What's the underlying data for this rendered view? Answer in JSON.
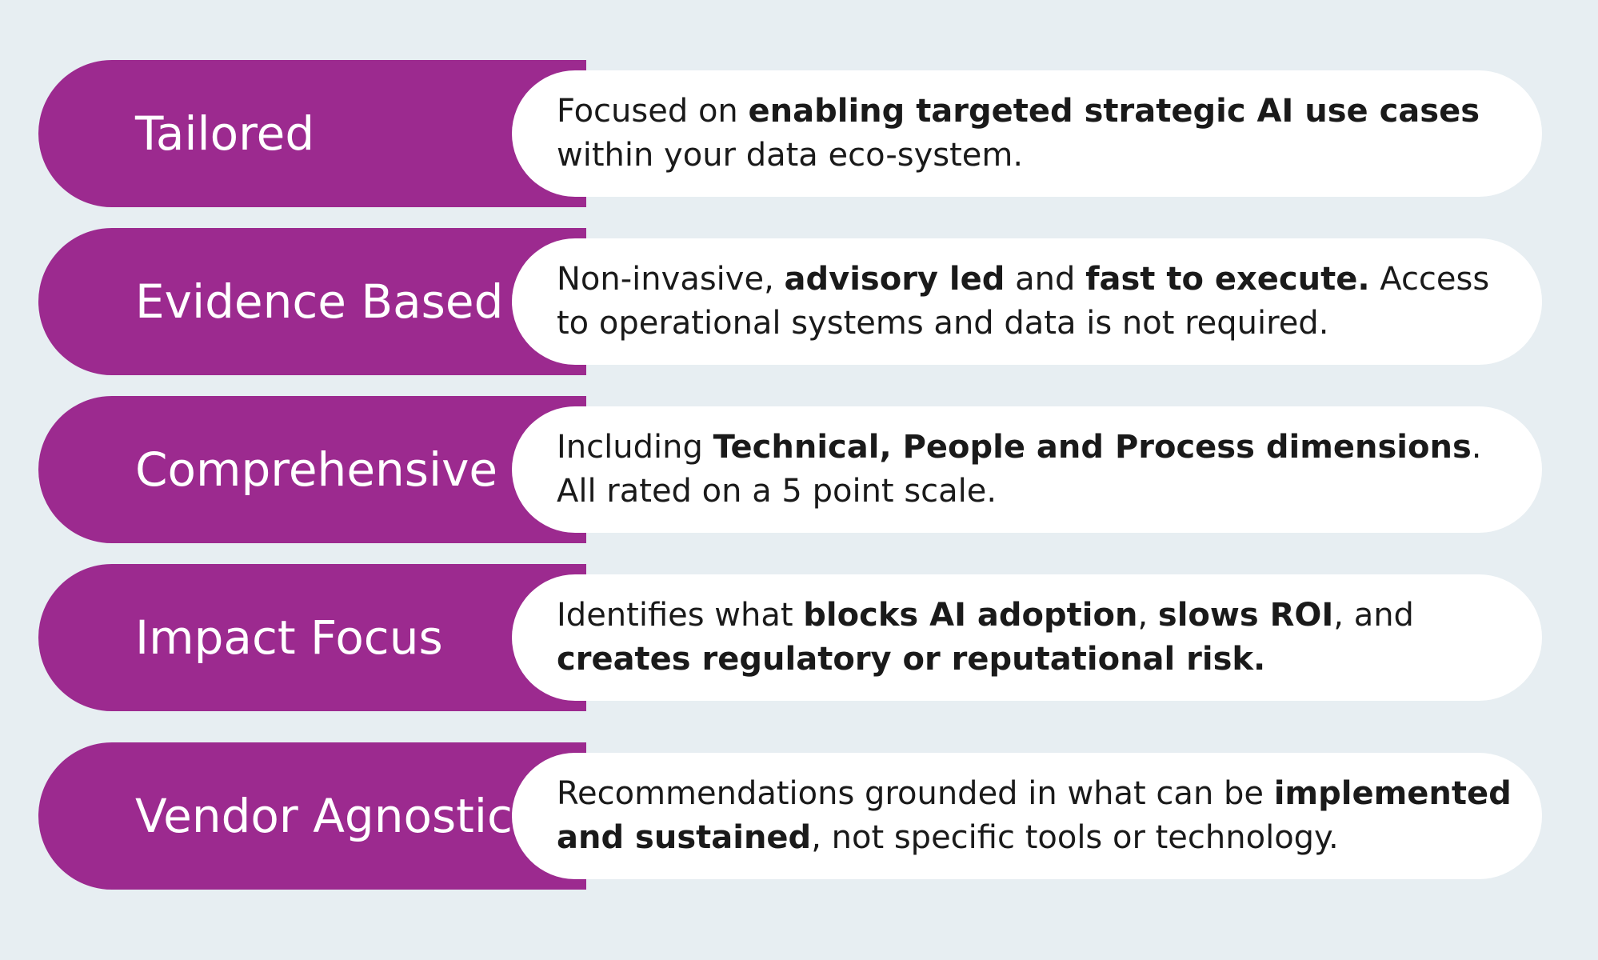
{
  "rows": [
    {
      "label": "Tailored",
      "segments": [
        {
          "t": "Focused on ",
          "b": false
        },
        {
          "t": "enabling targeted strategic AI use cases",
          "b": true
        },
        {
          "t": " within your data eco-system.",
          "b": false
        }
      ]
    },
    {
      "label": "Evidence Based",
      "segments": [
        {
          "t": "Non-invasive, ",
          "b": false
        },
        {
          "t": "advisory led",
          "b": true
        },
        {
          "t": " and ",
          "b": false
        },
        {
          "t": "fast to execute.",
          "b": true
        },
        {
          "t": " Access to operational systems and data is not required.",
          "b": false
        }
      ]
    },
    {
      "label": "Comprehensive",
      "segments": [
        {
          "t": "Including ",
          "b": false
        },
        {
          "t": "Technical, People and Process dimensions",
          "b": true
        },
        {
          "t": ". All rated on a 5 point scale.",
          "b": false
        }
      ]
    },
    {
      "label": "Impact Focus",
      "segments": [
        {
          "t": "Identifies what ",
          "b": false
        },
        {
          "t": "blocks AI adoption",
          "b": true
        },
        {
          "t": ", ",
          "b": false
        },
        {
          "t": "slows ROI",
          "b": true
        },
        {
          "t": ", and ",
          "b": false
        },
        {
          "t": "creates regulatory or reputational risk.",
          "b": true
        }
      ]
    },
    {
      "label": "Vendor Agnostic",
      "segments": [
        {
          "t": "Recommendations grounded in what can be ",
          "b": false
        },
        {
          "t": "implemented and sustained",
          "b": true
        },
        {
          "t": ", not specific tools or technology.",
          "b": false
        }
      ]
    }
  ],
  "colors": {
    "background": "#e7eef2",
    "tab": "#9c2a8f",
    "pill": "#ffffff",
    "label_text": "#ffffff",
    "body_text": "#1a1a1a"
  }
}
